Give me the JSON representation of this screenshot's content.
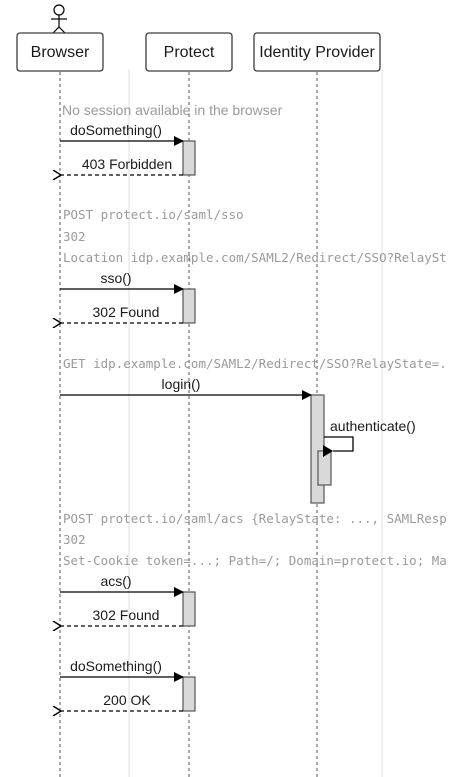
{
  "participants": [
    {
      "id": "browser",
      "label": "Browser",
      "actor": true
    },
    {
      "id": "protect",
      "label": "Protect"
    },
    {
      "id": "idp",
      "label": "Identity Provider"
    }
  ],
  "notes": [
    {
      "id": "note-no-session",
      "style": "plain",
      "lines": [
        "No session available in the browser"
      ]
    },
    {
      "id": "note-sso-request",
      "style": "mono",
      "lines": [
        "POST protect.io/saml/sso",
        "302",
        "Location idp.example.com/SAML2/Redirect/SSO?RelaySt"
      ]
    },
    {
      "id": "note-idp-request",
      "style": "mono",
      "lines": [
        "GET idp.example.com/SAML2/Redirect/SSO?RelayState=."
      ]
    },
    {
      "id": "note-acs-request",
      "style": "mono",
      "lines": [
        "POST protect.io/saml/acs {RelayState: ..., SAMLResp",
        "302",
        "Set-Cookie token=...; Path=/; Domain=protect.io; Ma"
      ]
    }
  ],
  "messages": [
    {
      "id": "msg-dosomething-1",
      "from": "browser",
      "to": "protect",
      "label": "doSomething()",
      "kind": "call"
    },
    {
      "id": "msg-403",
      "from": "protect",
      "to": "browser",
      "label": "403 Forbidden",
      "kind": "reply"
    },
    {
      "id": "msg-sso",
      "from": "browser",
      "to": "protect",
      "label": "sso()",
      "kind": "call"
    },
    {
      "id": "msg-302-1",
      "from": "protect",
      "to": "browser",
      "label": "302 Found",
      "kind": "reply"
    },
    {
      "id": "msg-login",
      "from": "browser",
      "to": "idp",
      "label": "login()",
      "kind": "call"
    },
    {
      "id": "msg-authenticate",
      "from": "idp",
      "to": "idp",
      "label": "authenticate()",
      "kind": "self"
    },
    {
      "id": "msg-acs",
      "from": "browser",
      "to": "protect",
      "label": "acs()",
      "kind": "call"
    },
    {
      "id": "msg-302-2",
      "from": "protect",
      "to": "browser",
      "label": "302 Found",
      "kind": "reply"
    },
    {
      "id": "msg-dosomething-2",
      "from": "browser",
      "to": "protect",
      "label": "doSomething()",
      "kind": "call"
    },
    {
      "id": "msg-200",
      "from": "protect",
      "to": "browser",
      "label": "200 OK",
      "kind": "reply"
    }
  ]
}
